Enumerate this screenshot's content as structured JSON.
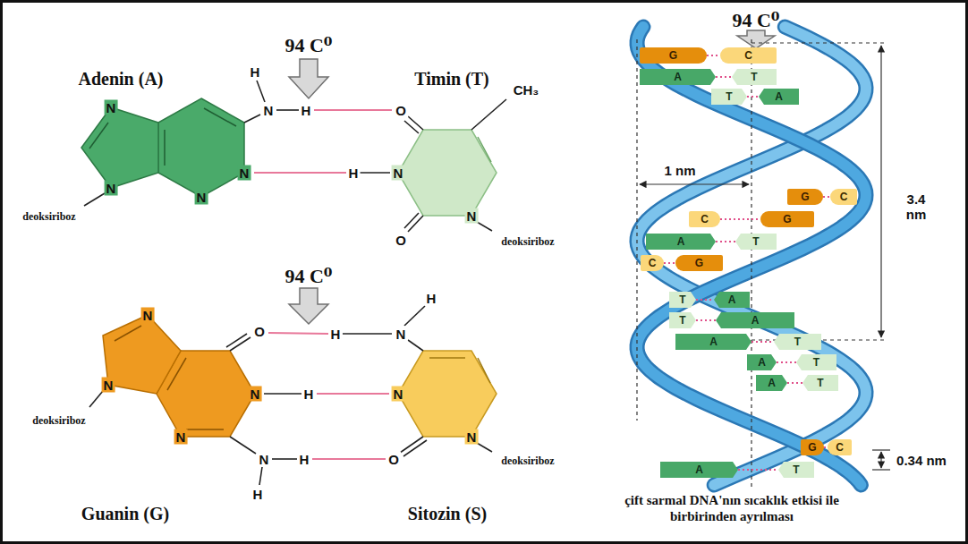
{
  "diagram": {
    "caption": "çift sarmal DNA'nın sıcaklık etkisi ile birbirinden ayrılması",
    "nodes": [
      {
        "text": [
          "G"
        ]
      },
      {
        "text": [
          "C"
        ]
      },
      {
        "text": [
          "A"
        ]
      },
      {
        "text": [
          "T"
        ]
      },
      {
        "text": [
          "T"
        ]
      },
      {
        "text": [
          "A"
        ]
      },
      {
        "text": [
          "G"
        ]
      },
      {
        "text": [
          "C"
        ]
      },
      {
        "text": [
          "C"
        ]
      },
      {
        "text": [
          "G"
        ]
      },
      {
        "text": [
          "A"
        ]
      },
      {
        "text": [
          "T"
        ]
      },
      {
        "text": [
          "C"
        ]
      },
      {
        "text": [
          "G"
        ]
      },
      {
        "text": [
          "T"
        ]
      },
      {
        "text": [
          "A"
        ]
      },
      {
        "text": [
          "T"
        ]
      },
      {
        "text": [
          "A"
        ]
      },
      {
        "text": [
          "A"
        ]
      },
      {
        "text": [
          "T"
        ]
      },
      {
        "text": [
          "A"
        ]
      },
      {
        "text": [
          "T"
        ]
      },
      {
        "text": [
          "A"
        ]
      },
      {
        "text": [
          "T"
        ]
      },
      {
        "text": [
          "G"
        ]
      },
      {
        "text": [
          "C"
        ]
      },
      {
        "text": [
          "A"
        ]
      },
      {
        "text": [
          "T"
        ]
      }
    ],
    "edges": [
      {
        "from": 0,
        "to": 1,
        "arrow": "none"
      },
      {
        "from": 2,
        "to": 3,
        "arrow": "none"
      },
      {
        "from": 4,
        "to": 5,
        "arrow": "none"
      },
      {
        "from": 6,
        "to": 7,
        "arrow": "none"
      },
      {
        "from": 8,
        "to": 9,
        "arrow": "none"
      },
      {
        "from": 10,
        "to": 11,
        "arrow": "none"
      },
      {
        "from": 12,
        "to": 13,
        "arrow": "none"
      },
      {
        "from": 14,
        "to": 15,
        "arrow": "none"
      },
      {
        "from": 16,
        "to": 17,
        "arrow": "none"
      },
      {
        "from": 18,
        "to": 19,
        "arrow": "none"
      },
      {
        "from": 20,
        "to": 21,
        "arrow": "none"
      },
      {
        "from": 22,
        "to": 23,
        "arrow": "none"
      },
      {
        "from": 24,
        "to": 25,
        "arrow": "none"
      },
      {
        "from": 26,
        "to": 27,
        "arrow": "none"
      }
    ],
    "labels": [
      "94 C⁰",
      "Adenin (A)",
      "Timin (T)",
      "H",
      "N",
      "H",
      "O",
      "CH₃",
      "N",
      "N",
      "N",
      "H",
      "N",
      "N",
      "deoksiriboz",
      "O",
      "N",
      "deoksiriboz",
      "94 C⁰",
      "O",
      "H",
      "N",
      "H",
      "N",
      "N",
      "deoksiriboz",
      "N",
      "H",
      "N",
      "N",
      "N",
      "H",
      "O",
      "H",
      "N",
      "deoksiriboz",
      "Guanin (G)",
      "Sitozin (S)",
      "94 C⁰",
      "1 nm",
      "3.4 nm",
      "0.34 nm"
    ]
  }
}
